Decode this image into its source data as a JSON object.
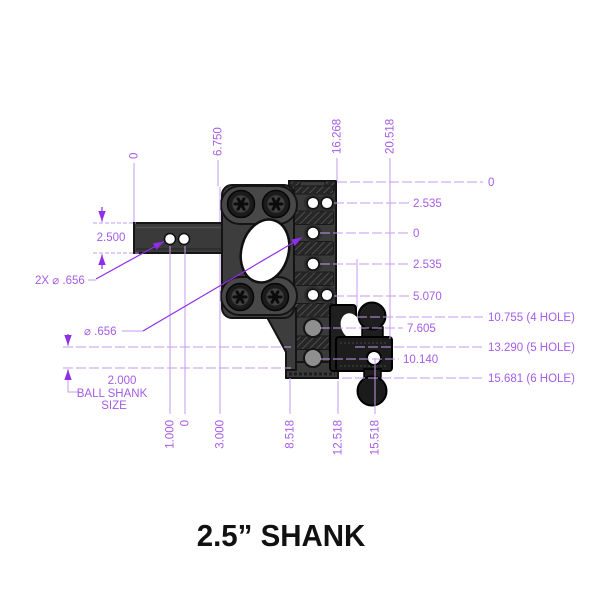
{
  "title": "2.5” SHANK",
  "dims": {
    "top": [
      "0",
      "6.750",
      "16.268",
      "20.518"
    ],
    "right": [
      "0",
      "2.535",
      "0",
      "2.535",
      "5.070",
      "10.755 (4 HOLE)",
      "7.605",
      "13.290 (5 HOLE)",
      "10.140",
      "15.681 (6 HOLE)"
    ],
    "bottom": [
      "1.000",
      "0",
      "3.000",
      "8.518",
      "12.518",
      "15.518"
    ],
    "left_height": "2.500",
    "leader_shank_holes": "2X ⌀ .656",
    "leader_rail_hole": "⌀ .656",
    "ball_shank": {
      "value": "2.000",
      "label_line1": "BALL SHANK",
      "label_line2": "SIZE"
    }
  },
  "colors": {
    "dimension_line": "#c49bee",
    "dimension_text": "#a55ce8",
    "arrow": "#8f2ee8",
    "part_gray": "#3d3d3d",
    "part_dark": "#1e1e1e",
    "background": "#ffffff",
    "title_text": "#111111"
  }
}
